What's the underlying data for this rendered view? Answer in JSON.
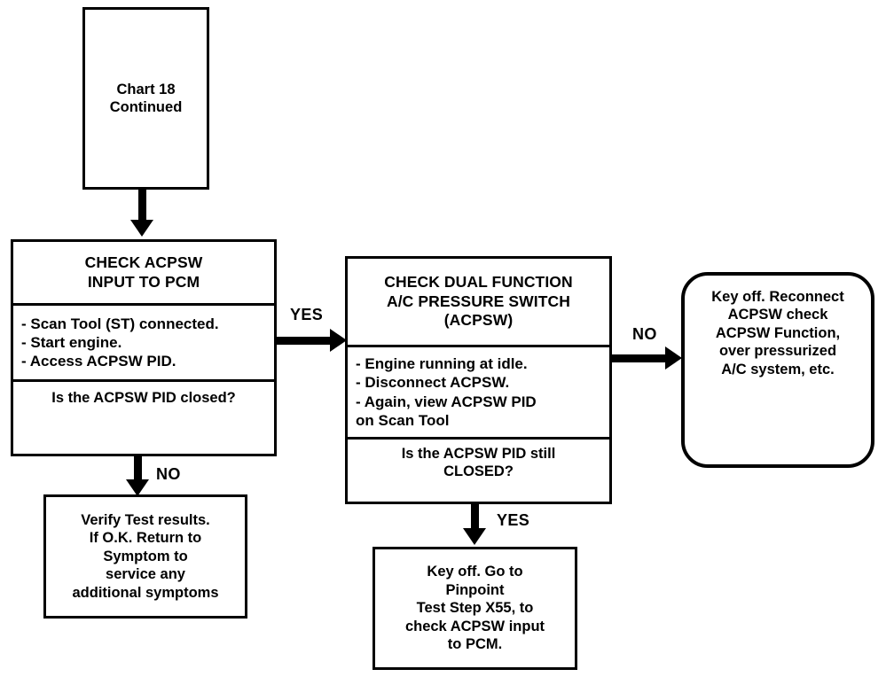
{
  "diagram": {
    "type": "flowchart",
    "title": "ACPSW Diagnostic Flow (Chart 18 Continued)",
    "nodes": {
      "start": {
        "name": "chart-continued",
        "shape": "rectangle",
        "text": "Chart 18\nContinued"
      },
      "check_acpsw_input": {
        "name": "check-acpsw-input-to-pcm",
        "shape": "rectangle-3-section",
        "heading": "CHECK ACPSW\nINPUT TO PCM",
        "steps": "- Scan Tool (ST) connected.\n- Start engine.\n- Access ACPSW PID.",
        "question": "Is the ACPSW PID closed?"
      },
      "check_dual_function": {
        "name": "check-dual-function-pressure-switch",
        "shape": "rectangle-3-section",
        "heading": "CHECK DUAL FUNCTION\nA/C PRESSURE SWITCH\n(ACPSW)",
        "steps": "- Engine running at idle.\n- Disconnect ACPSW.\n- Again, view ACPSW PID\n  on Scan Tool",
        "question": "Is the ACPSW PID still\nCLOSED?"
      },
      "key_off_reconnect": {
        "name": "key-off-reconnect-acpsw",
        "shape": "rounded-rectangle",
        "text": "Key off. Reconnect\nACPSW  check\nACPSW Function,\nover pressurized\nA/C system, etc."
      },
      "verify_test_results": {
        "name": "verify-test-results",
        "shape": "rectangle",
        "text": "Verify Test results.\nIf O.K. Return to\nSymptom to\nservice any\nadditional symptoms"
      },
      "go_to_pinpoint": {
        "name": "go-to-pinpoint-test-step",
        "shape": "rectangle",
        "text": "Key off. Go to\nPinpoint\nTest Step X55, to\ncheck ACPSW input\nto PCM."
      }
    },
    "edges": [
      {
        "name": "edge-start-to-check-input",
        "from": "start",
        "to": "check_acpsw_input",
        "label": "",
        "direction": "down"
      },
      {
        "name": "edge-check-input-yes",
        "from": "check_acpsw_input",
        "to": "check_dual_function",
        "label": "YES",
        "direction": "right"
      },
      {
        "name": "edge-check-input-no",
        "from": "check_acpsw_input",
        "to": "verify_test_results",
        "label": "NO",
        "direction": "down"
      },
      {
        "name": "edge-dual-function-no",
        "from": "check_dual_function",
        "to": "key_off_reconnect",
        "label": "NO",
        "direction": "right"
      },
      {
        "name": "edge-dual-function-yes",
        "from": "check_dual_function",
        "to": "go_to_pinpoint",
        "label": "YES",
        "direction": "down"
      }
    ],
    "colors": {
      "background": "#ffffff",
      "stroke": "#000000",
      "text": "#000000"
    }
  }
}
